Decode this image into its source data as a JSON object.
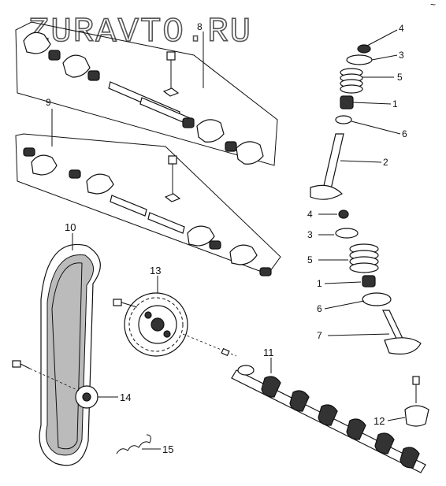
{
  "watermark": "ZURAVTO.RU",
  "corner_mark": "~",
  "callouts": {
    "c1a": "1",
    "c2": "2",
    "c3a": "3",
    "c4a": "4",
    "c5a": "5",
    "c6a": "6",
    "c1b": "1",
    "c3b": "3",
    "c4b": "4",
    "c5b": "5",
    "c6b": "6",
    "c7": "7",
    "c8": "8",
    "c9": "9",
    "c10": "10",
    "c11": "11",
    "c12": "12",
    "c13": "13",
    "c14": "14",
    "c15": "15"
  }
}
